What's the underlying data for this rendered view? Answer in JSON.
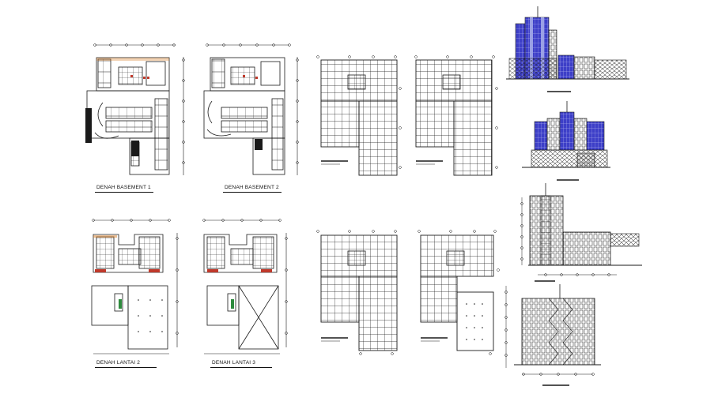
{
  "drawing_labels": {
    "plan_basement_1": "DENAH BASEMENT 1",
    "plan_basement_2": "DENAH BASEMENT 2",
    "plan_lantai_2": "DENAH LANTAI 2",
    "plan_lantai_3": "DENAH LANTAI 3"
  },
  "colors": {
    "line": "#1a1a1a",
    "glass_blue": "#3d3fc8",
    "glass_light": "#9aa0e6",
    "accent_red": "#c0392b",
    "accent_orange": "#d9822b",
    "accent_green": "#2e8b3e",
    "background": "#ffffff"
  }
}
